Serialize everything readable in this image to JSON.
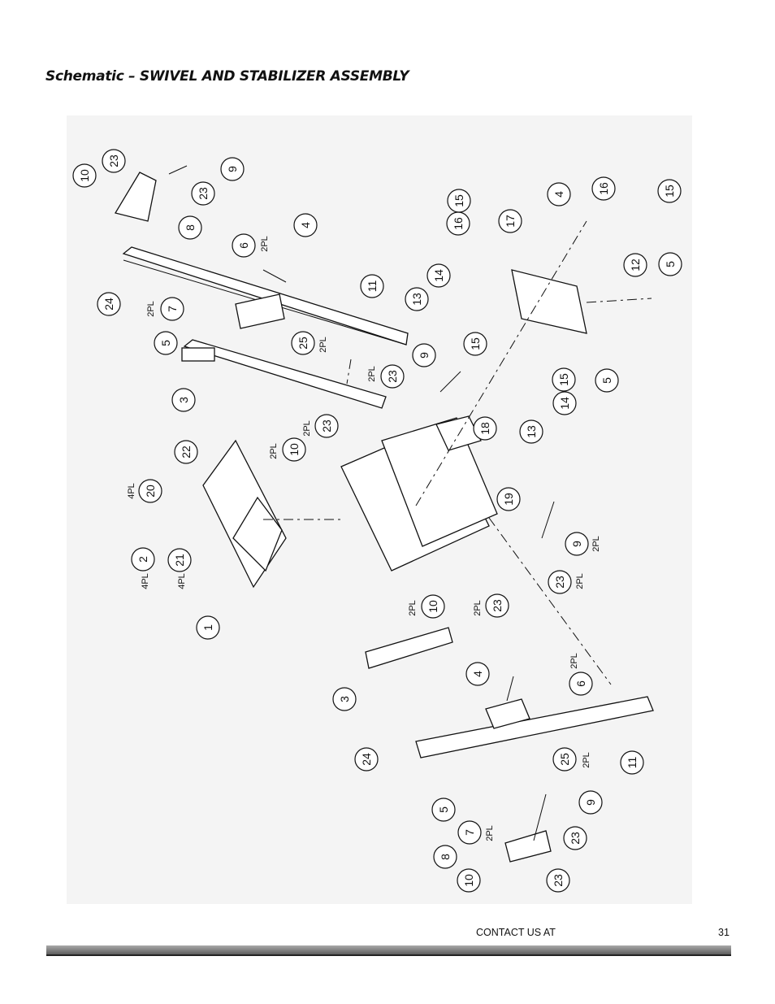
{
  "page": {
    "title": "Schematic – SWIVEL AND STABILIZER ASSEMBLY",
    "footer_contact": "CONTACT US AT",
    "page_number": "31"
  },
  "diagram": {
    "callouts": [
      "10",
      "23",
      "9",
      "23",
      "8",
      "4",
      "6",
      "2PL",
      "24",
      "7",
      "2PL",
      "25",
      "2PL",
      "11",
      "5",
      "3",
      "16",
      "15",
      "14",
      "13",
      "4",
      "16",
      "17",
      "12",
      "15",
      "5",
      "15",
      "9",
      "23",
      "2PL",
      "15",
      "14",
      "5",
      "13",
      "18",
      "19",
      "23",
      "2PL",
      "10",
      "2PL",
      "22",
      "20",
      "4PL",
      "2",
      "21",
      "4PL",
      "4PL",
      "1",
      "9",
      "2PL",
      "23",
      "2PL",
      "10",
      "2PL",
      "23",
      "2PL",
      "4",
      "6",
      "2PL",
      "3",
      "24",
      "25",
      "2PL",
      "11",
      "5",
      "7",
      "2PL",
      "9",
      "23",
      "8",
      "10",
      "23"
    ]
  }
}
